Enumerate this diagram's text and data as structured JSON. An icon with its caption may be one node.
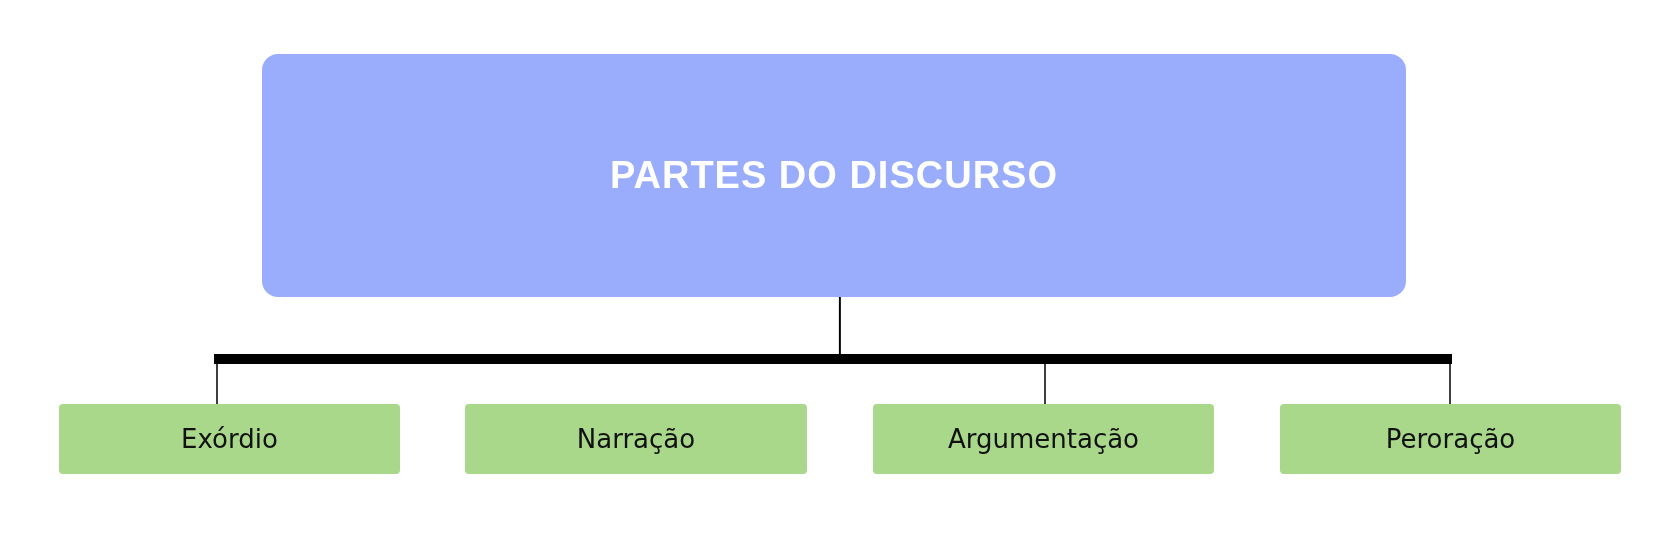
{
  "diagram": {
    "nodes": [
      {
        "text": [
          "PARTES DO DISCURSO"
        ]
      },
      {
        "text": [
          "Exórdio"
        ]
      },
      {
        "text": [
          "Narração"
        ]
      },
      {
        "text": [
          "Argumentação"
        ]
      },
      {
        "text": [
          "Peroração"
        ]
      }
    ],
    "edges": [
      {
        "from": 0,
        "to": 1,
        "arrow": "none"
      },
      {
        "from": 0,
        "to": 3,
        "arrow": "none"
      },
      {
        "from": 0,
        "to": 4,
        "arrow": "none"
      }
    ]
  }
}
